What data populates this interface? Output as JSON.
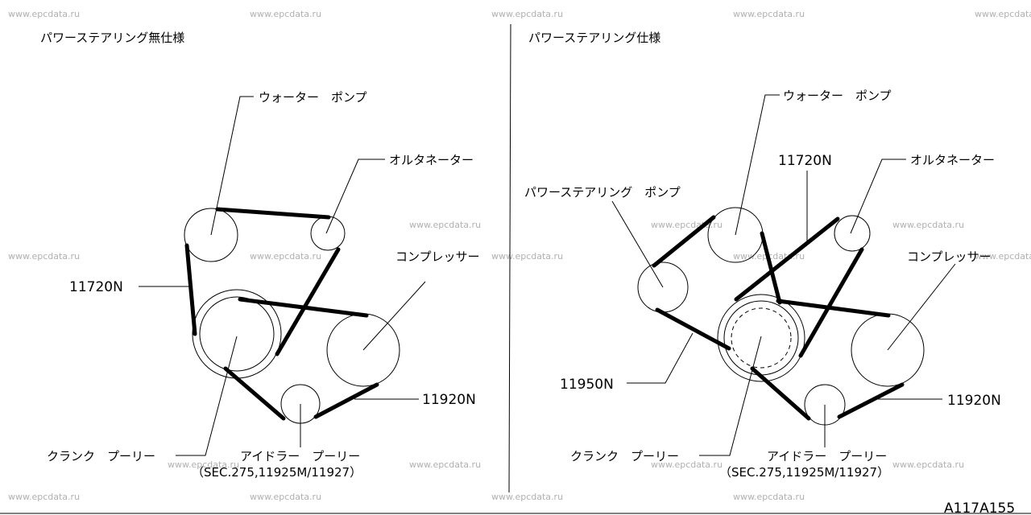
{
  "watermark": "www.epcdata.ru",
  "diagram_id": "A117A155",
  "left_panel": {
    "heading": "パワーステアリング無仕様",
    "labels": {
      "water_pump": "ウォーター　ポンプ",
      "alternator": "オルタネーター",
      "compressor": "コンプレッサー",
      "belt_main": "11720N",
      "belt_comp": "11920N",
      "crank_pulley": "クランク　プーリー",
      "idler_pulley": "アイドラー　プーリー",
      "idler_ref": "（SEC.275,11925M/11927）"
    }
  },
  "right_panel": {
    "heading": "パワーステアリング仕様",
    "labels": {
      "water_pump": "ウォーター　ポンプ",
      "alternator": "オルタネーター",
      "ps_pump": "パワーステアリング　ポンプ",
      "compressor": "コンプレッサー",
      "belt_main": "11720N",
      "belt_ps": "11950N",
      "belt_comp": "11920N",
      "crank_pulley": "クランク　プーリー",
      "idler_pulley": "アイドラー　プーリー",
      "idler_ref": "（SEC.275,11925M/11927）"
    }
  }
}
